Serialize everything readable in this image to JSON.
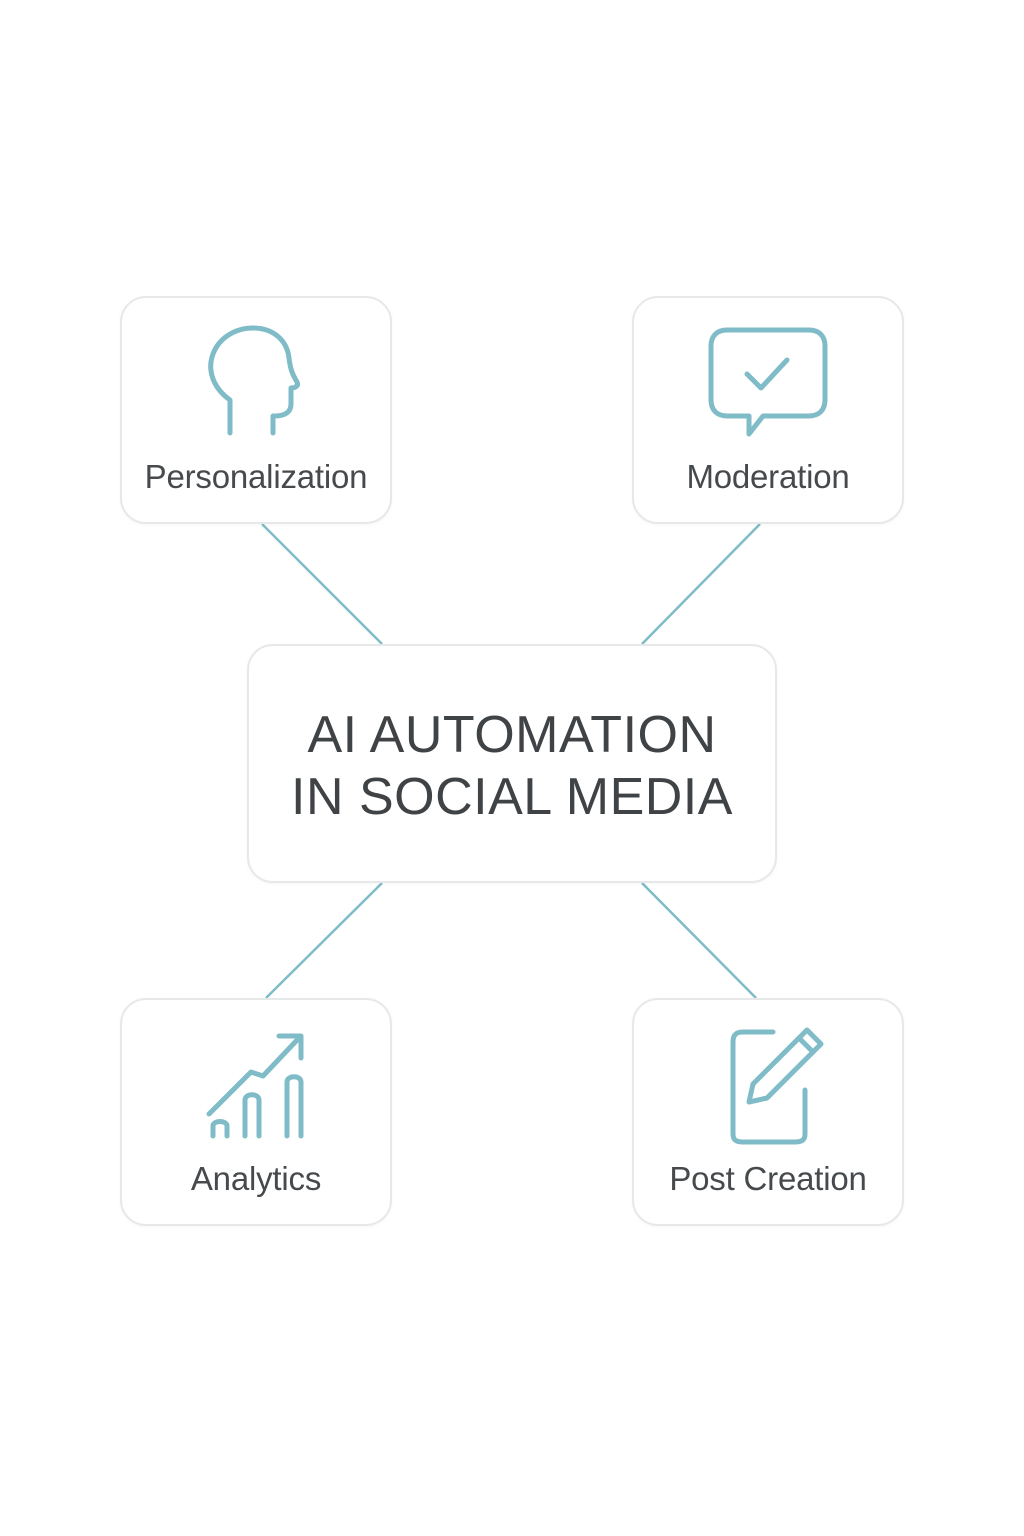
{
  "colors": {
    "accent": "#7fbcc8",
    "card_border": "#e6e8ea",
    "text": "#474a4d",
    "title_text": "#404346",
    "background": "#ffffff"
  },
  "center": {
    "title_line1": "AI AUTOMATION",
    "title_line2": "IN SOCIAL MEDIA"
  },
  "nodes": {
    "personalization": {
      "label": "Personalization",
      "icon": "head-profile-icon"
    },
    "moderation": {
      "label": "Moderation",
      "icon": "chat-check-icon"
    },
    "analytics": {
      "label": "Analytics",
      "icon": "growth-chart-icon"
    },
    "post_creation": {
      "label": "Post Creation",
      "icon": "edit-note-icon"
    }
  }
}
